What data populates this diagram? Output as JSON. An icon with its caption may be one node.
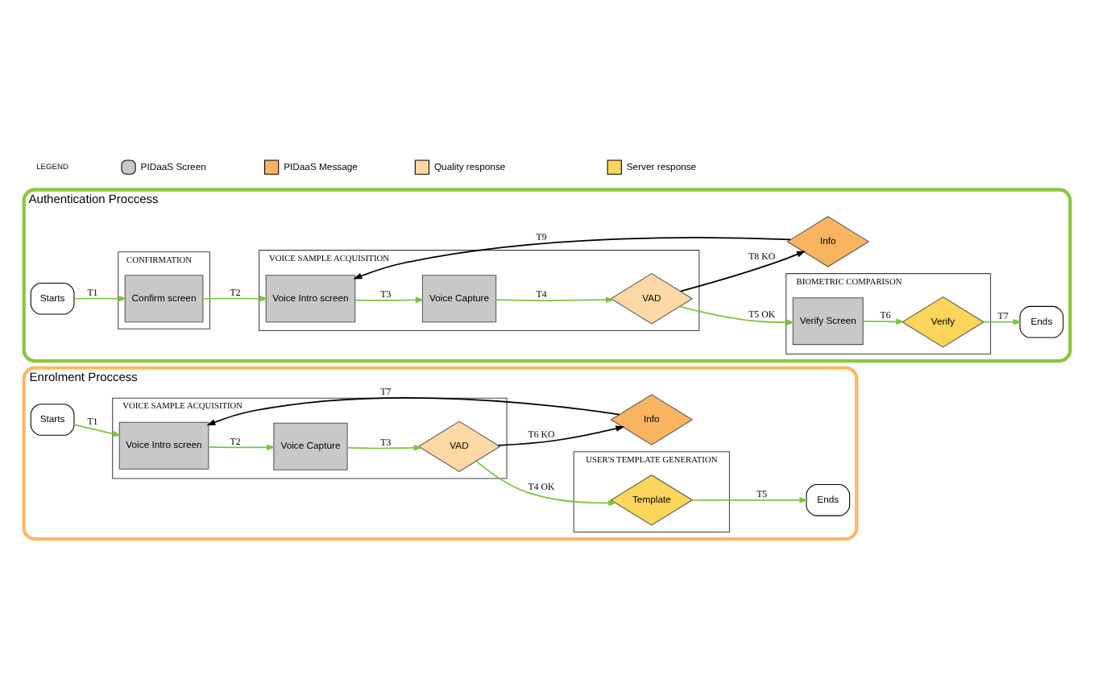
{
  "diagram": {
    "nodes": [
      {
        "text": [
          "Enrolment Proccess"
        ]
      },
      {
        "text": [
          "VOICE SAMPLE ACQUISITION"
        ],
        "in": 0
      },
      {
        "text": [
          "USER'S TEMPLATE GENERATION"
        ],
        "in": 0
      },
      {
        "text": [
          "Starts"
        ],
        "in": 0
      },
      {
        "text": [
          "Voice Intro screen"
        ],
        "in": 1
      },
      {
        "text": [
          "Voice Capture"
        ],
        "in": 1
      },
      {
        "text": [
          "VAD"
        ],
        "in": 1
      },
      {
        "text": [
          "Template"
        ],
        "in": 2
      },
      {
        "text": [
          "Ends"
        ],
        "in": 0
      },
      {
        "text": [
          "Info"
        ],
        "in": 0
      },
      {
        "text": [
          "Authentication Proccess"
        ]
      },
      {
        "text": [
          "CONFIRMATION"
        ],
        "in": 10
      },
      {
        "text": [
          "VOICE SAMPLE ACQUISITION"
        ],
        "in": 10
      },
      {
        "text": [
          "BIOMETRIC COMPARISON"
        ],
        "in": 10
      },
      {
        "text": [
          "Starts"
        ],
        "in": 10
      },
      {
        "text": [
          "Confirm screen"
        ],
        "in": 11
      },
      {
        "text": [
          "Voice Intro screen"
        ],
        "in": 12
      },
      {
        "text": [
          "Voice Capture"
        ],
        "in": 12
      },
      {
        "text": [
          "VAD"
        ],
        "in": 12
      },
      {
        "text": [
          "Verify Screen"
        ],
        "in": 13
      },
      {
        "text": [
          "Verify"
        ],
        "in": 13
      },
      {
        "text": [
          "Ends"
        ],
        "in": 10
      },
      {
        "text": [
          "Info"
        ],
        "in": 10
      }
    ],
    "edges": [
      {
        "from": 3,
        "to": 4,
        "arrow": "to",
        "label": "T1"
      },
      {
        "from": 4,
        "to": 5,
        "arrow": "to",
        "label": "T2"
      },
      {
        "from": 5,
        "to": 6,
        "arrow": "to",
        "label": "T3"
      },
      {
        "from": 6,
        "to": 7,
        "arrow": "to",
        "label": "T4 OK"
      },
      {
        "from": 7,
        "to": 8,
        "arrow": "to",
        "label": "T5"
      },
      {
        "from": 6,
        "to": 9,
        "arrow": "to",
        "label": "T6 KO",
        "color": "#000000"
      },
      {
        "from": 9,
        "to": 4,
        "arrow": "to",
        "label": "T7",
        "color": "#000000"
      },
      {
        "from": 14,
        "to": 15,
        "arrow": "to",
        "label": "T1"
      },
      {
        "from": 15,
        "to": 16,
        "arrow": "to",
        "label": "T2"
      },
      {
        "from": 16,
        "to": 17,
        "arrow": "to",
        "label": "T3"
      },
      {
        "from": 17,
        "to": 18,
        "arrow": "to",
        "label": "T4"
      },
      {
        "from": 18,
        "to": 19,
        "arrow": "to",
        "label": "T5 OK"
      },
      {
        "from": 19,
        "to": 20,
        "arrow": "to",
        "label": "T6"
      },
      {
        "from": 20,
        "to": 21,
        "arrow": "to",
        "label": "T7"
      },
      {
        "from": 18,
        "to": 22,
        "arrow": "to",
        "label": "T8 KO",
        "color": "#000000"
      },
      {
        "from": 22,
        "to": 16,
        "arrow": "to",
        "label": "T9",
        "color": "#000000"
      }
    ],
    "labels": [
      "LEGEND"
    ],
    "legend": [
      {
        "text": "PIDaaS Screen",
        "color": "#c8c8c8"
      },
      {
        "text": "PIDaaS Message",
        "color": "#f8b461"
      },
      {
        "text": "Quality response",
        "color": "#fcd9a4"
      },
      {
        "text": "Server response",
        "color": "#fcd65a"
      }
    ]
  }
}
